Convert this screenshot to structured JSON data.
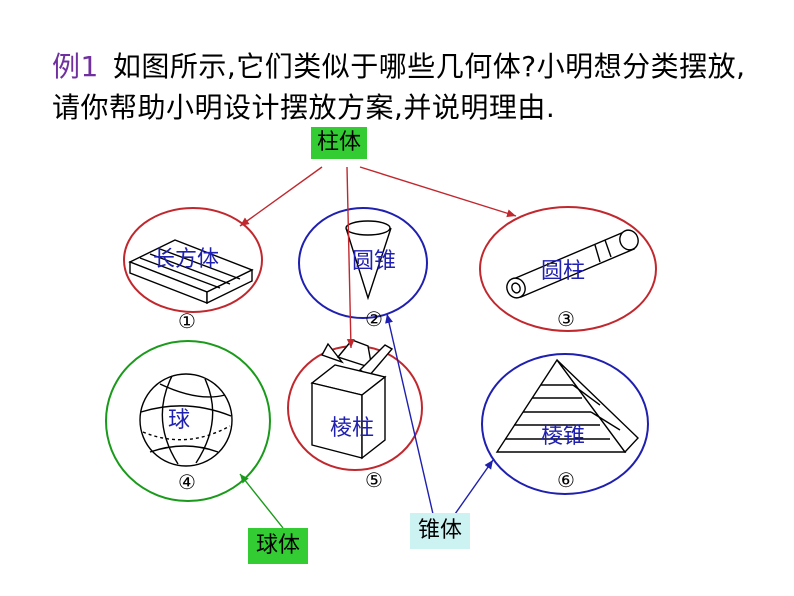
{
  "problem": {
    "number": "例1",
    "text": "如图所示,它们类似于哪些几何体?小明想分类摆放,请你帮助小明设计摆放方案,并说明理由."
  },
  "categories": {
    "prism": {
      "label": "柱体",
      "bg": "#33cc33"
    },
    "pyramid": {
      "label": "锥体",
      "bg": "#ccf2f2"
    },
    "sphere": {
      "label": "球体",
      "bg": "#33cc33"
    }
  },
  "shapes": [
    {
      "num": "①",
      "label": "长方体",
      "circle_color": "#c0282e"
    },
    {
      "num": "②",
      "label": "圆锥",
      "circle_color": "#1f1fb0"
    },
    {
      "num": "③",
      "label": "圆柱",
      "circle_color": "#c0282e"
    },
    {
      "num": "④",
      "label": "球",
      "circle_color": "#1a9a1a"
    },
    {
      "num": "⑤",
      "label": "棱柱",
      "circle_color": "#c0282e"
    },
    {
      "num": "⑥",
      "label": "棱锥",
      "circle_color": "#1f1fb0"
    }
  ],
  "colors": {
    "prism_arrow": "#c0282e",
    "pyramid_arrow": "#1f1fb0",
    "sphere_arrow": "#1a9a1a"
  }
}
